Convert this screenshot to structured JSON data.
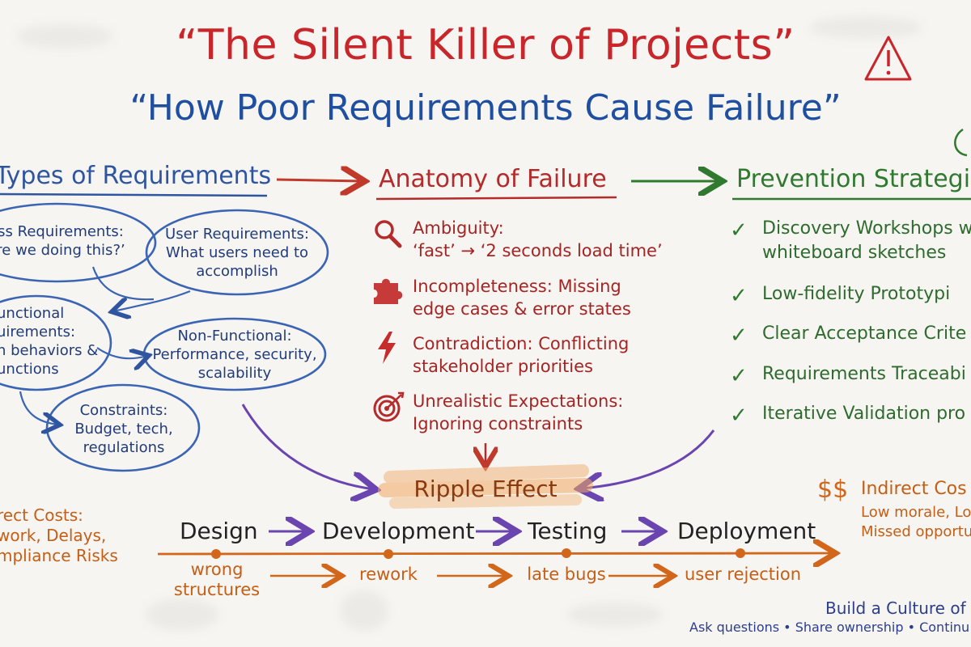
{
  "title": {
    "main": "“The Silent Killer of Projects”",
    "subtitle": "“How Poor Requirements Cause Failure”"
  },
  "types": {
    "heading": "Types of Requirements",
    "bubbles": [
      {
        "lines": [
          "ss Requirements:",
          "re we doing this?’"
        ]
      },
      {
        "lines": [
          "User Requirements:",
          "What users need to",
          "accomplish"
        ]
      },
      {
        "lines": [
          "unctional",
          "uirements:",
          "n behaviors &",
          "unctions"
        ]
      },
      {
        "lines": [
          "Non-Functional:",
          "Performance, security,",
          "scalability"
        ]
      },
      {
        "lines": [
          "Constraints:",
          "Budget, tech,",
          "regulations"
        ]
      }
    ]
  },
  "failure": {
    "heading": "Anatomy of Failure",
    "items": [
      {
        "icon": "magnifier-icon",
        "lines": [
          "Ambiguity:",
          "‘fast’ → ‘2 seconds load time’"
        ]
      },
      {
        "icon": "puzzle-icon",
        "lines": [
          "Incompleteness: Missing",
          "edge cases & error states"
        ]
      },
      {
        "icon": "lightning-icon",
        "lines": [
          "Contradiction: Conflicting",
          "stakeholder priorities"
        ]
      },
      {
        "icon": "target-icon",
        "lines": [
          "Unrealistic Expectations:",
          "Ignoring constraints"
        ]
      }
    ]
  },
  "prevention": {
    "heading": "Prevention Strategi",
    "items": [
      [
        "Discovery Workshops w",
        "whiteboard sketches"
      ],
      [
        "Low-fidelity Prototypi"
      ],
      [
        "Clear Acceptance Crite"
      ],
      [
        "Requirements Traceabi"
      ],
      [
        "Iterative Validation pro"
      ]
    ]
  },
  "ripple": {
    "label": "Ripple Effect",
    "stages": [
      {
        "name": "Design",
        "note": [
          "wrong",
          "structures"
        ]
      },
      {
        "name": "Development",
        "note": [
          "rework"
        ]
      },
      {
        "name": "Testing",
        "note": [
          "late bugs"
        ]
      },
      {
        "name": "Deployment",
        "note": [
          "user rejection"
        ]
      }
    ]
  },
  "direct_costs": {
    "lines": [
      "rect Costs:",
      "work, Delays,",
      "mpliance Risks"
    ]
  },
  "indirect_costs": {
    "symbol": "$$",
    "lines": [
      "Indirect Cos",
      "Low morale, Lo",
      "Missed opportu"
    ]
  },
  "culture": {
    "title": "Build a Culture of",
    "line": "Ask questions • Share ownership • Continu"
  },
  "colors": {
    "title_red": "#c8262a",
    "subtitle_blue": "#1f4fa0",
    "types_blue": "#2f55a0",
    "failure_red": "#b52a2a",
    "prevention_green": "#2f7a2f",
    "ripple_orange": "#d2661a",
    "arrow_purple": "#6a45b0"
  }
}
